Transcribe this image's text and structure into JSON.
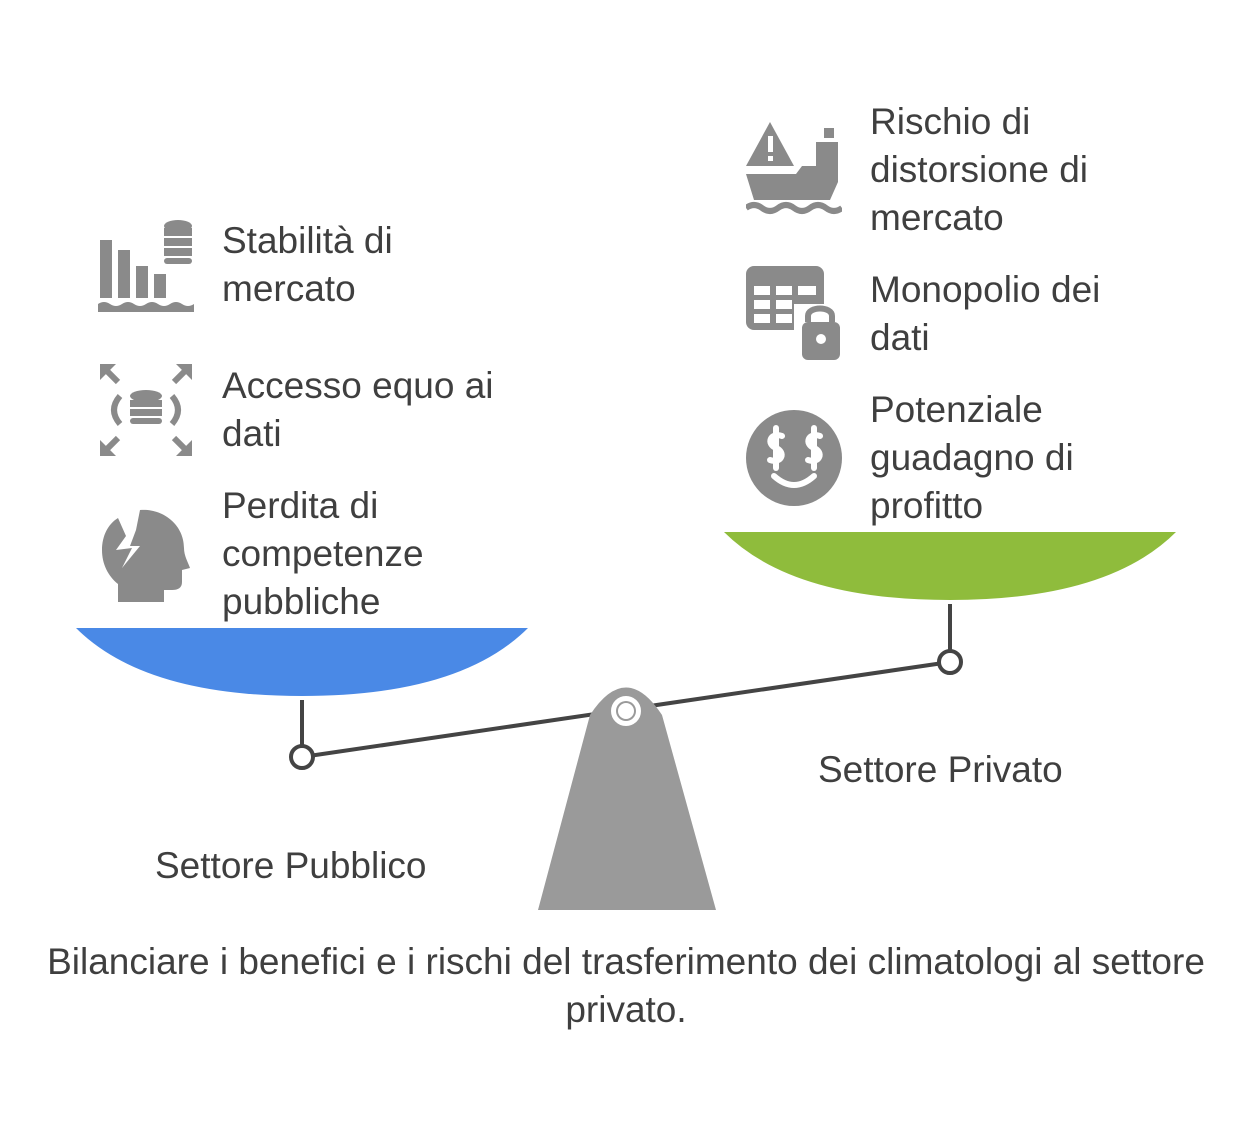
{
  "left": {
    "label": "Settore Pubblico",
    "pan_color": "#4a89e6",
    "items": [
      {
        "text": "Stabilità di\nmercato",
        "icon": "bar-chart-database-icon"
      },
      {
        "text": "Accesso equo ai\ndati",
        "icon": "database-expand-icon"
      },
      {
        "text": "Perdita di\ncompetenze\npubbliche",
        "icon": "broken-head-icon"
      }
    ]
  },
  "right": {
    "label": "Settore Privato",
    "pan_color": "#8fbc3c",
    "items": [
      {
        "text": "Rischio di\ndistorsione di\nmercato",
        "icon": "warning-ship-icon"
      },
      {
        "text": "Monopolio dei\ndati",
        "icon": "table-lock-icon"
      },
      {
        "text": "Potenziale\nguadagno di\nprofitto",
        "icon": "dollar-eyes-face-icon"
      }
    ]
  },
  "caption": "Bilanciare i benefici e i rischi del trasferimento dei climatologi al settore privato.",
  "colors": {
    "icon": "#8a8a8a",
    "fulcrum": "#9a9a9a",
    "beam": "#444444"
  }
}
